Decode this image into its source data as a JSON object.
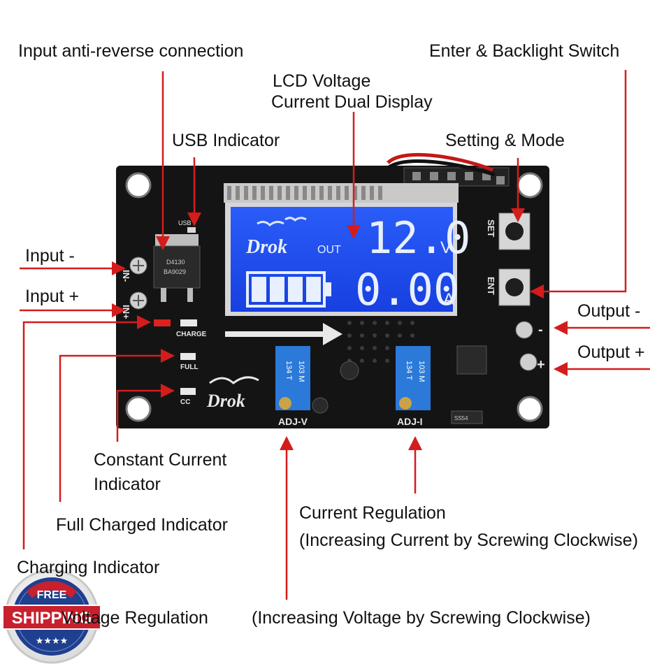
{
  "labels": {
    "input_anti_reverse": "Input anti-reverse connection",
    "enter_backlight": "Enter & Backlight Switch",
    "lcd_line1": "LCD Voltage",
    "lcd_line2": "Current Dual Display",
    "usb_indicator": "USB Indicator",
    "setting_mode": "Setting & Mode",
    "input_minus": "Input -",
    "input_plus": "Input +",
    "output_minus": "Output -",
    "output_plus": "Output +",
    "cc_line1": "Constant Current",
    "cc_line2": "Indicator",
    "full_charged": "Full Charged Indicator",
    "current_reg_line1": "Current Regulation",
    "current_reg_line2": "(Increasing Current by Screwing Clockwise)",
    "charging_indicator": "Charging Indicator",
    "voltage_reg": "Voltage Regulation",
    "voltage_reg_note": "(Increasing Voltage by Screwing Clockwise)"
  },
  "lcd": {
    "brand": "Drok",
    "out_label": "OUT",
    "voltage": "12.0",
    "voltage_unit": "V",
    "current": "0.00",
    "current_unit": "A",
    "battery_level": 1.0
  },
  "board": {
    "silkscreen_usb": "USB",
    "silkscreen_charge": "CHARGE",
    "silkscreen_full": "FULL",
    "silkscreen_cc": "CC",
    "silkscreen_set": "SET",
    "silkscreen_ent": "ENT",
    "silkscreen_in_minus": "IN-",
    "silkscreen_in_plus": "IN+",
    "silkscreen_out_minus": "-",
    "silkscreen_out_plus": "+",
    "adj_v": "ADJ-V",
    "adj_i": "ADJ-I",
    "brand_logo": "Drok",
    "pot_code_1": "134 T",
    "pot_code_2": "103 M",
    "chip_code_1": "D4130",
    "chip_code_2": "BA9029",
    "diode_code": "SS54"
  },
  "badge": {
    "top": "FREE",
    "middle": "SHIPPING",
    "stars": "★★★★"
  },
  "colors": {
    "pcb": "#141414",
    "lcd_blue": "#1c4df2",
    "annotation_red": "#d41c1c",
    "pot_blue": "#2b79d8",
    "badge_blue": "#1f3f8f",
    "badge_red": "#c8202d"
  }
}
